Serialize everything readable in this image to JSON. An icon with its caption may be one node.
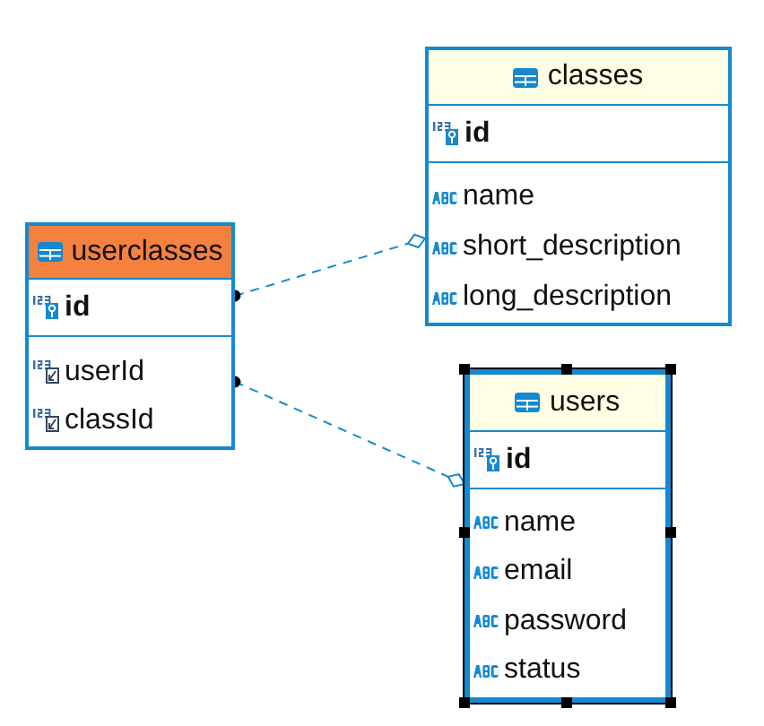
{
  "diagram": {
    "nodes": [
      {
        "text": [
          "classes",
          "id",
          "name",
          "short_description",
          "long_description"
        ]
      },
      {
        "text": [
          "userclasses",
          "id",
          "userId",
          "classId"
        ]
      },
      {
        "text": [
          "users",
          "id",
          "name",
          "email",
          "password",
          "status"
        ]
      }
    ],
    "edges": [
      {
        "from": 1,
        "to": 0,
        "arrow": "other",
        "style": "dashed"
      },
      {
        "from": 1,
        "to": 2,
        "arrow": "other",
        "style": "dashed"
      }
    ]
  }
}
